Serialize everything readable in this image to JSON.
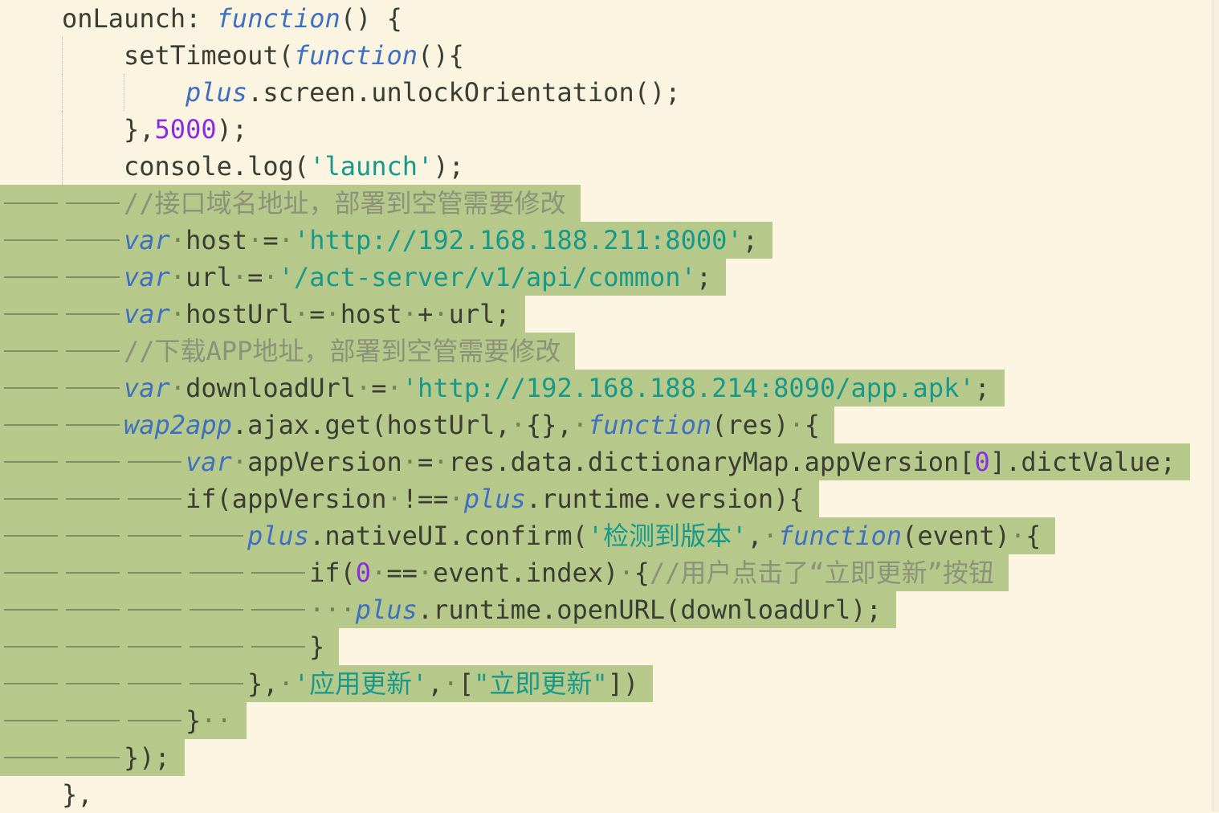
{
  "editor": {
    "colors": {
      "bg": "#faf4e1",
      "hl": "#b6c98a",
      "fg": "#3b3d33",
      "kw": "#3e6fc1",
      "str": "#17998a",
      "num": "#8a2be2",
      "com": "#8c9179"
    },
    "lines": [
      {
        "indent": 1,
        "hl": false,
        "tokens": [
          [
            "p",
            "onLaunch: "
          ],
          [
            "k",
            "function"
          ],
          [
            "p",
            "() {"
          ]
        ]
      },
      {
        "indent": 2,
        "hl": false,
        "tokens": [
          [
            "p",
            "setTimeout("
          ],
          [
            "k",
            "function"
          ],
          [
            "p",
            "(){"
          ]
        ]
      },
      {
        "indent": 3,
        "hl": false,
        "tokens": [
          [
            "k",
            "plus"
          ],
          [
            "p",
            ".screen.unlockOrientation();"
          ]
        ]
      },
      {
        "indent": 2,
        "hl": false,
        "tokens": [
          [
            "p",
            "},"
          ],
          [
            "n",
            "5000"
          ],
          [
            "p",
            ");"
          ]
        ]
      },
      {
        "indent": 2,
        "hl": false,
        "tokens": [
          [
            "p",
            "console.log("
          ],
          [
            "s",
            "'launch'"
          ],
          [
            "p",
            ");"
          ]
        ]
      },
      {
        "indent": 2,
        "hl": true,
        "tokens": [
          [
            "c",
            "//接口域名地址，部署到空管需要修改"
          ]
        ]
      },
      {
        "indent": 2,
        "hl": true,
        "tokens": [
          [
            "k",
            "var"
          ],
          [
            "p",
            " host = "
          ],
          [
            "s",
            "'http://192.168.188.211:8000'"
          ],
          [
            "p",
            ";"
          ]
        ]
      },
      {
        "indent": 2,
        "hl": true,
        "tokens": [
          [
            "k",
            "var"
          ],
          [
            "p",
            " url = "
          ],
          [
            "s",
            "'/act-server/v1/api/common'"
          ],
          [
            "p",
            ";"
          ]
        ]
      },
      {
        "indent": 2,
        "hl": true,
        "tokens": [
          [
            "k",
            "var"
          ],
          [
            "p",
            " hostUrl = host + url;"
          ]
        ]
      },
      {
        "indent": 2,
        "hl": true,
        "tokens": [
          [
            "c",
            "//下载APP地址，部署到空管需要修改"
          ]
        ]
      },
      {
        "indent": 2,
        "hl": true,
        "tokens": [
          [
            "k",
            "var"
          ],
          [
            "p",
            " downloadUrl = "
          ],
          [
            "s",
            "'http://192.168.188.214:8090/app.apk'"
          ],
          [
            "p",
            ";"
          ]
        ]
      },
      {
        "indent": 2,
        "hl": true,
        "tokens": [
          [
            "k",
            "wap2app"
          ],
          [
            "p",
            ".ajax.get(hostUrl, {}, "
          ],
          [
            "k",
            "function"
          ],
          [
            "p",
            "(res) {"
          ]
        ]
      },
      {
        "indent": 3,
        "hl": true,
        "tokens": [
          [
            "k",
            "var"
          ],
          [
            "p",
            " appVersion = res.data.dictionaryMap.appVersion["
          ],
          [
            "n",
            "0"
          ],
          [
            "p",
            "].dictValue;"
          ]
        ]
      },
      {
        "indent": 3,
        "hl": true,
        "tokens": [
          [
            "p",
            "if(appVersion !== "
          ],
          [
            "k",
            "plus"
          ],
          [
            "p",
            ".runtime.version){"
          ]
        ]
      },
      {
        "indent": 4,
        "hl": true,
        "tokens": [
          [
            "k",
            "plus"
          ],
          [
            "p",
            ".nativeUI.confirm("
          ],
          [
            "s",
            "'检测到版本'"
          ],
          [
            "p",
            ", "
          ],
          [
            "k",
            "function"
          ],
          [
            "p",
            "(event) {"
          ]
        ]
      },
      {
        "indent": 5,
        "hl": true,
        "tokens": [
          [
            "p",
            "if("
          ],
          [
            "n",
            "0"
          ],
          [
            "p",
            " == event.index) {"
          ],
          [
            "c",
            "//用户点击了“立即更新”按钮"
          ]
        ]
      },
      {
        "indent": 5,
        "hl": true,
        "tokens": [
          [
            "p",
            "   "
          ],
          [
            "k",
            "plus"
          ],
          [
            "p",
            ".runtime.openURL(downloadUrl);"
          ]
        ]
      },
      {
        "indent": 5,
        "hl": true,
        "tokens": [
          [
            "p",
            "}"
          ]
        ]
      },
      {
        "indent": 4,
        "hl": true,
        "tokens": [
          [
            "p",
            "}, "
          ],
          [
            "s",
            "'应用更新'"
          ],
          [
            "p",
            ", ["
          ],
          [
            "s",
            "\"立即更新\""
          ],
          [
            "p",
            "])"
          ]
        ]
      },
      {
        "indent": 3,
        "hl": true,
        "tokens": [
          [
            "p",
            "}  "
          ]
        ]
      },
      {
        "indent": 2,
        "hl": true,
        "tokens": [
          [
            "p",
            "});"
          ]
        ]
      },
      {
        "indent": 1,
        "hl": false,
        "tokens": [
          [
            "p",
            "},"
          ]
        ]
      }
    ]
  }
}
